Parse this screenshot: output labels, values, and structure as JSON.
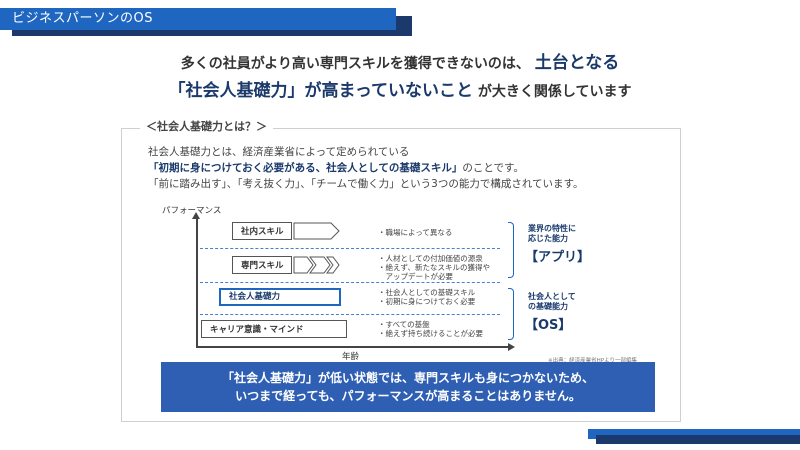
{
  "banner": {
    "title": "ビジネスパーソンのOS"
  },
  "headline": {
    "line1_a": "多くの社員がより高い専門スキルを獲得できないのは、",
    "line1_b": "土台となる",
    "line2_a": "「社会人基礎力」が高まっていないこと",
    "line2_b": "が大きく関係しています"
  },
  "panel": {
    "tag": "＜社会人基礎力とは？＞",
    "def1": "社会人基礎力とは、経済産業省によって定められている",
    "def2_emph": "「初期に身につけておく必要がある、社会人としての基礎スキル」",
    "def2_rest": "のことです。",
    "def3": "「前に踏み出す」、「考え抜く力」、「チームで働く力」という3つの能力で構成されています。"
  },
  "diagram": {
    "y_axis_label": "パフォーマンス",
    "x_axis_label": "年齢",
    "rows": [
      {
        "label": "社内スキル",
        "notes": [
          "・職場によって異なる"
        ]
      },
      {
        "label": "専門スキル",
        "notes": [
          "・人材としての付加価値の源泉",
          "・絶えず、新たなスキルの獲得や",
          "　アップデートが必要"
        ]
      },
      {
        "label": "社会人基礎力",
        "notes": [
          "・社会人としての基礎スキル",
          "・初期に身につけておく必要"
        ]
      },
      {
        "label": "キャリア意識・マインド",
        "notes": [
          "・すべての基盤",
          "・絶えず持ち続けることが必要"
        ]
      }
    ],
    "group_app": {
      "line1": "業界の特性に",
      "line2": "応じた能力",
      "tag": "【アプリ】"
    },
    "group_os": {
      "line1": "社会人として",
      "line2": "の基礎能力",
      "tag": "【OS】"
    },
    "source": "※出典：経済産業省HPより一部編集"
  },
  "callout": {
    "line1": "「社会人基礎力」が低い状態では、専門スキルも身につかないため、",
    "line2": "いつまで経っても、パフォーマンスが高まることはありません。"
  }
}
